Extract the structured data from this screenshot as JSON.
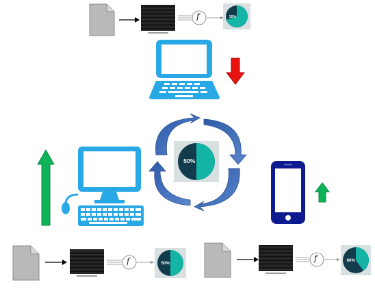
{
  "diagram": {
    "pipeline_top": {
      "pie_label": "30%",
      "pie_fraction": 0.3
    },
    "pipeline_bottom_left": {
      "pie_label": "50%",
      "pie_fraction": 0.5
    },
    "pipeline_bottom_right": {
      "pie_label": "60%",
      "pie_fraction": 0.6
    },
    "center_chart": {
      "pie_label": "50%",
      "pie_fraction": 0.5
    },
    "function_symbol": "f",
    "colors": {
      "device_blue": "#29a8e6",
      "phone_navy": "#0e1a8f",
      "cycle_arrow": "#3b62b0",
      "arrow_down": "#e8130f",
      "arrow_up": "#0db355",
      "pie_dark": "#123b4c",
      "pie_teal": "#14b5a5"
    }
  }
}
